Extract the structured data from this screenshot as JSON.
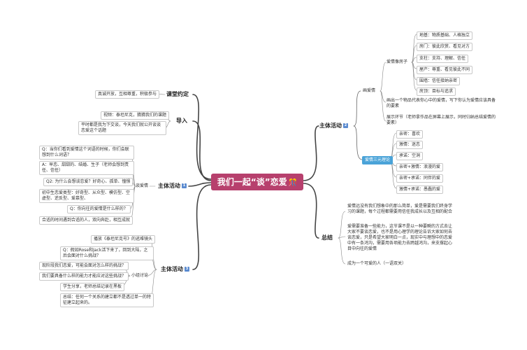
{
  "central": {
    "title": "我们一起“谈”恋爱",
    "icon": "🎊"
  },
  "right": {
    "main1": {
      "label": "主体活动",
      "num": "2",
      "lianai": {
        "label": "画爱情",
        "house": {
          "label": "爱情像房子",
          "items": [
            "地基：物质基础、人格独立",
            "房门：彼此欣赏、看见对方",
            "支柱：支持、理解、信任",
            "屋产：尊重、看见彼此不同",
            "围墙：信任接纳亲密",
            "房顶：目标与追求"
          ]
        },
        "q1": "画出一个物品代表你心中的爱情，写下你认为爱情应该具备的要素",
        "q2": "展示环节（老师拿作品在屏幕上展示，同时归纳总结爱情的要素）"
      },
      "triangle": {
        "label": "爱情三元理论",
        "items": [
          "亲密：喜欢",
          "激情：迷恋",
          "承诺：空洞",
          "亲密+激情：浪漫的爱",
          "亲密+承诺：同伴的爱",
          "激情+承诺：愚蠢的爱"
        ]
      }
    },
    "summary": {
      "label": "总结",
      "items": [
        "爱情远没有我们想象中的那么简单，爱是需要我们终身学习的课题，每个过程都需要用信任我成长以及互相的配合",
        "爱需要准备一些能力，这节课不是以一种要瞬的方式去让大家不要谈恋爱，也不是用心理学的理论告诉大家如何去谈恋爱，只是希望大家明白一点，现实中与理想中的恋爱中有一条鸿沟，需要用各项能力去跨越鸿沟，来支撑起心目中向往的爱情",
        "成为一个可爱的人（一语双关）"
      ]
    }
  },
  "left": {
    "rules": {
      "label": "课堂约定",
      "item": "真诚开放，互相尊重，积极参与"
    },
    "intro": {
      "label": "导入",
      "items": [
        "视频：泰坦尼克，猜猜我们的课题",
        "平时都是我为下交谈，今天我们就公开谈谈恋爱这个话题"
      ]
    },
    "main1": {
      "label": "主体活动",
      "num": "1",
      "branch": "谈爱情",
      "items": [
        "Q：当你们看到爱情这个词语的时候，你们会联想到什么词语？",
        "A：早恋、甜甜的、结婚、生子（老师会想到责任、信任）",
        "Q2: 为什么会想谈恋爱？好奇心、孤单、憧憬",
        "初中生恋爱类型：好奇型、从众型、模仿型、空虚型、逆反型、爱慕型、",
        "Q：你向往的爱情是什么样的？",
        "合适的时间遇到合适的人，双向奔赴，相互成就"
      ]
    },
    "main3": {
      "label": "主体活动",
      "num": "3",
      "top": [
        "播放《泰坦尼克号》的逃难镜头",
        "Q：假如Rose和Jack活下来了，回到大陆，之后会面对什么挑战？"
      ],
      "group": {
        "label": "小组讨论",
        "items": [
          "现阶段我们恋爱，可能会面对怎么样的挑战？",
          "我们要具备什么样的能力才能应对这些挑战？",
          "学生分享，老师总结记录在黑板"
        ]
      },
      "bottom": "总结：任何一个关系的建立都不是透过单一的特征建立起来的。"
    }
  }
}
